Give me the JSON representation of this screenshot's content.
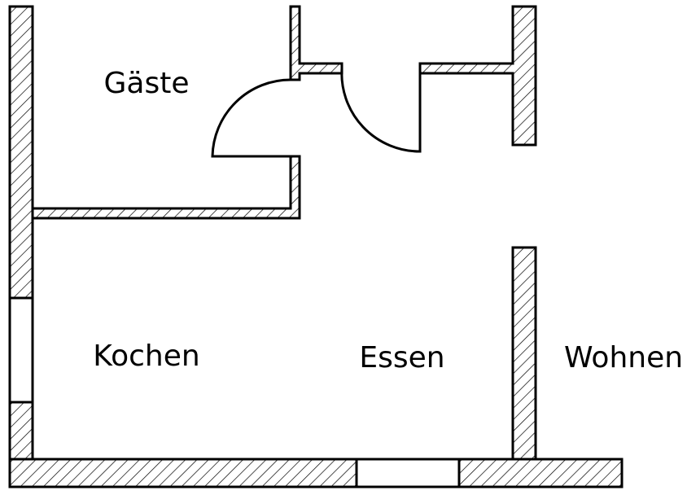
{
  "rooms": [
    {
      "id": "gaeste",
      "label": "Gäste"
    },
    {
      "id": "kochen",
      "label": "Kochen"
    },
    {
      "id": "essen",
      "label": "Essen"
    },
    {
      "id": "wohnen",
      "label": "Wohnen"
    }
  ],
  "colors": {
    "line": "#000000",
    "background": "#ffffff",
    "hatch": "#000000"
  }
}
